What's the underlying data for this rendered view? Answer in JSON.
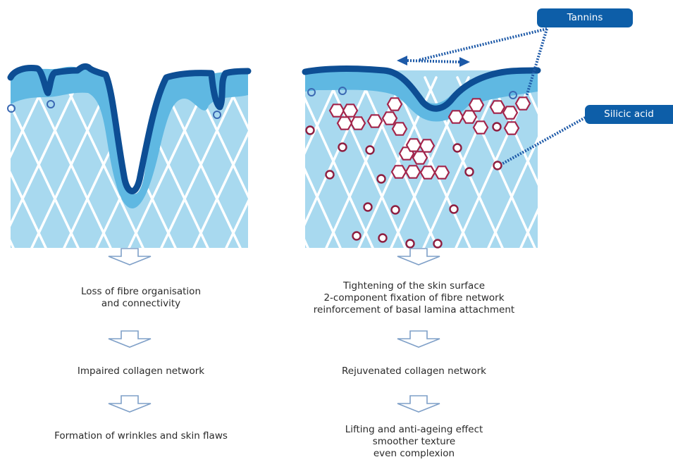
{
  "colors": {
    "dermis": "#a8d9ef",
    "epidermis_light": "#5fb8e2",
    "surface": "#0d4e94",
    "fibres": "#ffffff",
    "tannin": "#a3244a",
    "silicic_acid": "#8e1e40",
    "existing_marker": "#3b69b3",
    "arrow": "#7fa0c8",
    "callout_bg": "#0d5ea8",
    "leader": "#1e5aa8"
  },
  "callouts": {
    "tannins": "Tannins",
    "silicic_acid": "Silicic acid"
  },
  "left_column": {
    "steps": [
      {
        "lines": [
          "Loss of fibre organisation",
          "and connectivity"
        ]
      },
      {
        "lines": [
          "Impaired collagen network"
        ]
      },
      {
        "lines": [
          "Formation of wrinkles and skin flaws"
        ]
      }
    ]
  },
  "right_column": {
    "steps": [
      {
        "lines": [
          "Tightening of the skin surface",
          "2-component fixation of fibre network",
          "reinforcement of basal lamina attachment"
        ]
      },
      {
        "lines": [
          "Rejuvenated collagen network"
        ]
      },
      {
        "lines": [
          "Lifting and anti-ageing effect",
          "smoother texture",
          "even complexion"
        ]
      }
    ]
  },
  "icons": {
    "down_arrow": "down-arrow-icon",
    "double_arrow": "double-arrow-icon",
    "tannin": "hexagon-icon",
    "silicic_acid": "circle-icon"
  }
}
